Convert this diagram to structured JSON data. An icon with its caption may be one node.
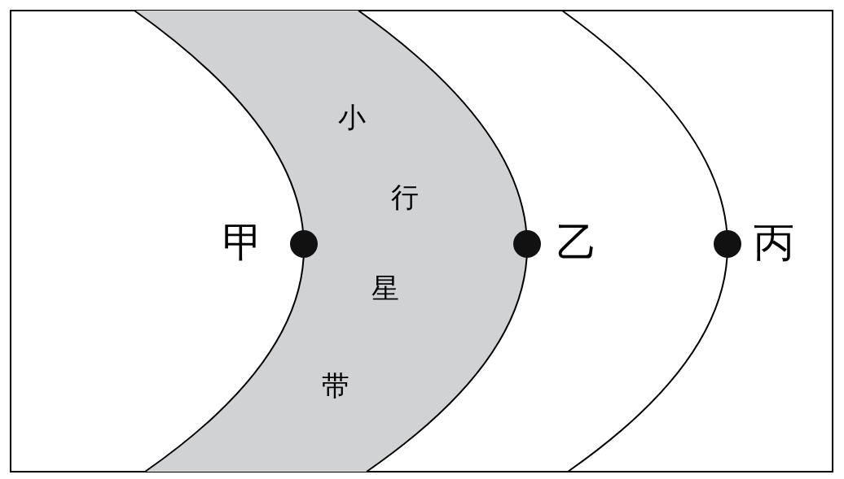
{
  "diagram": {
    "nodes": [
      {
        "text": [
          "小行星带"
        ]
      }
    ],
    "labels": [
      "甲",
      "乙",
      "丙"
    ]
  }
}
